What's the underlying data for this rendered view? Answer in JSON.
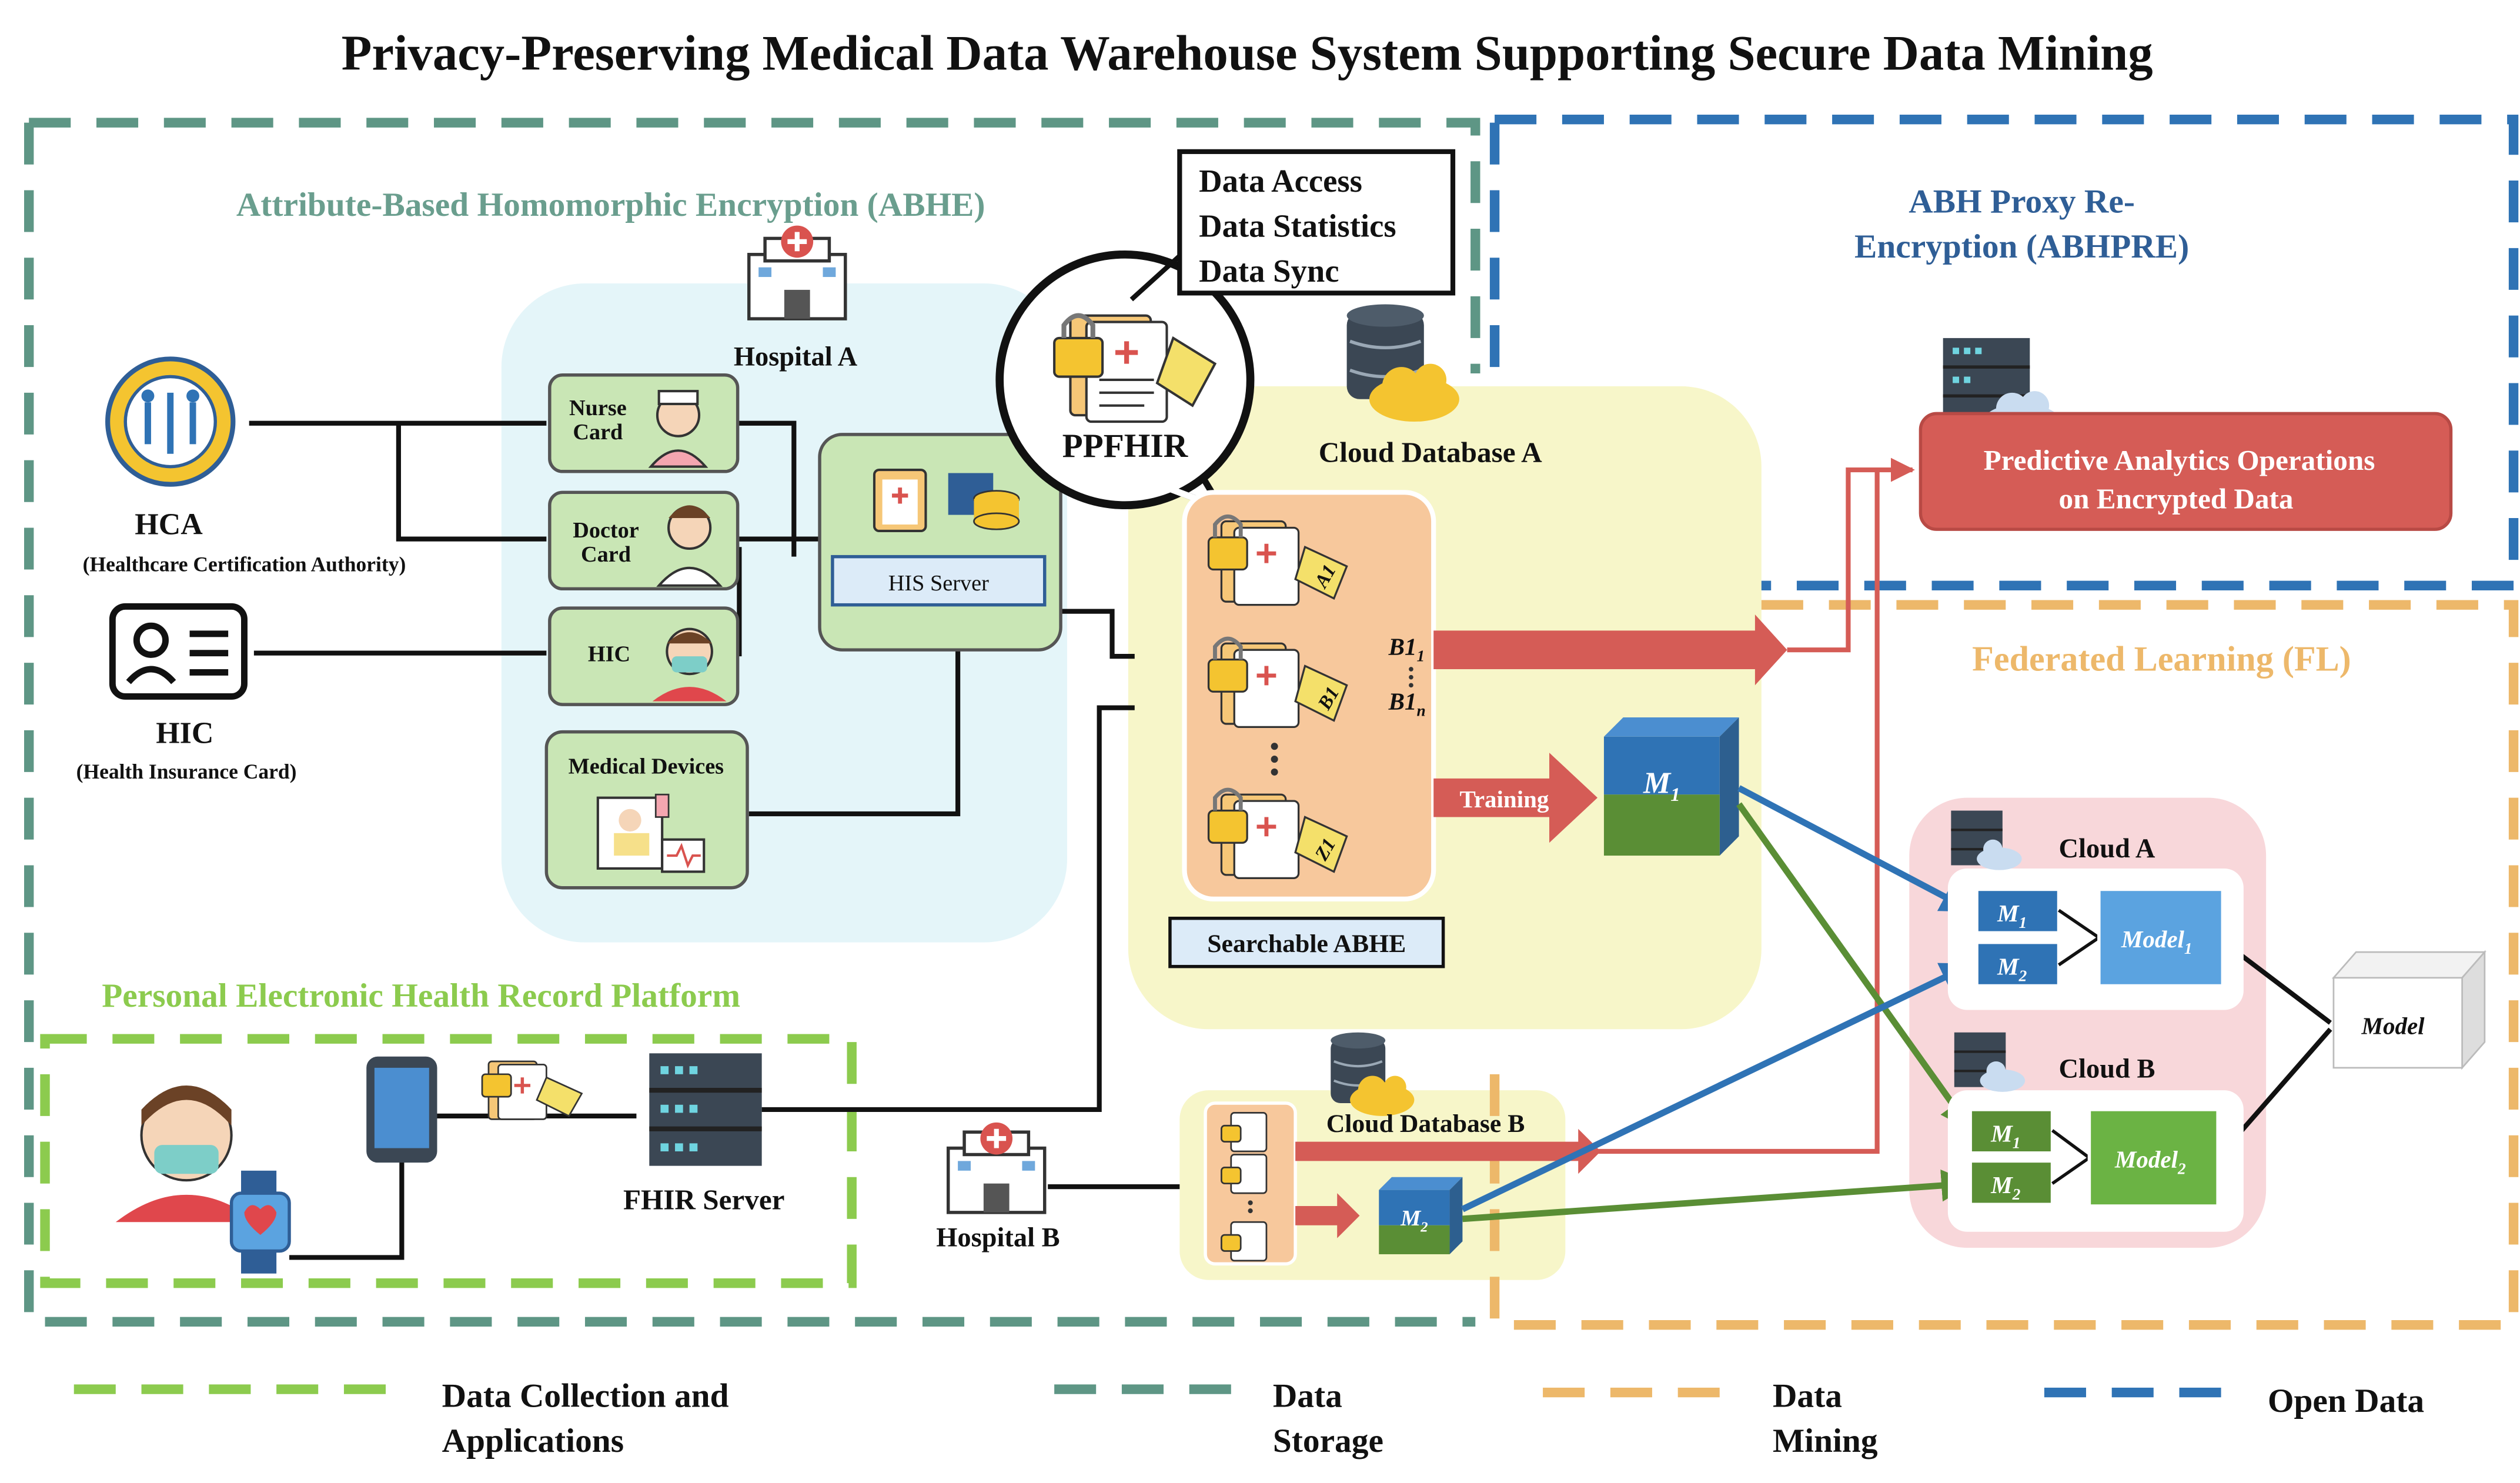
{
  "title": "Privacy-Preserving Medical Data Warehouse System Supporting Secure Data Mining",
  "regions": {
    "abhe": "Attribute-Based Homomorphic Encryption (ABHE)",
    "abhpre_line1": "ABH Proxy Re-",
    "abhpre_line2": "Encryption (ABHPRE)",
    "fl": "Federated Learning (FL)",
    "pehr": "Personal Electronic Health Record Platform"
  },
  "actors": {
    "hca": "HCA",
    "hca_full": "(Healthcare Certification Authority)",
    "hic": "HIC",
    "hic_full": "(Health Insurance Card)",
    "hospital_a": "Hospital A",
    "hospital_b": "Hospital B"
  },
  "cards": {
    "nurse_line1": "Nurse",
    "nurse_line2": "Card",
    "doctor_line1": "Doctor",
    "doctor_line2": "Card",
    "hic": "HIC",
    "devices": "Medical  Devices"
  },
  "servers": {
    "his": "HIS Server",
    "fhir": "FHIR Server"
  },
  "ppfhir": {
    "label": "PPFHIR",
    "actions": [
      "Data Access",
      "Data Statistics",
      "Data Sync"
    ]
  },
  "cloud_a": {
    "title": "Cloud Database A",
    "searchable": "Searchable ABHE",
    "records": [
      "A1",
      "B1",
      "Z1"
    ],
    "b_top": "B1",
    "b_top_sub": "1",
    "b_bottom": "B1",
    "b_bottom_sub": "n",
    "training": "Training",
    "model": "M",
    "model_sub": "1"
  },
  "cloud_b": {
    "title": "Cloud Database B",
    "model": "M",
    "model_sub": "2"
  },
  "predictive": {
    "line1": "Predictive Analytics Operations",
    "line2": "on Encrypted Data"
  },
  "fl_clouds": {
    "cloud_a": "Cloud A",
    "cloud_b": "Cloud B",
    "m": "M",
    "sub1": "1",
    "sub2": "2",
    "model_name": "Model",
    "final_model": "Model"
  },
  "legend": {
    "collection_line1": "Data Collection and",
    "collection_line2": "Applications",
    "storage_line1": "Data",
    "storage_line2": "Storage",
    "mining_line1": "Data",
    "mining_line2": "Mining",
    "open": "Open Data"
  },
  "colors": {
    "collection": "#8CCB4E",
    "storage": "#5E9685",
    "mining": "#EDB86A",
    "open": "#2F73B5",
    "red_arrow": "#D55C56",
    "blue_arrow": "#2F73B5",
    "green_arrow": "#5A8E35"
  }
}
